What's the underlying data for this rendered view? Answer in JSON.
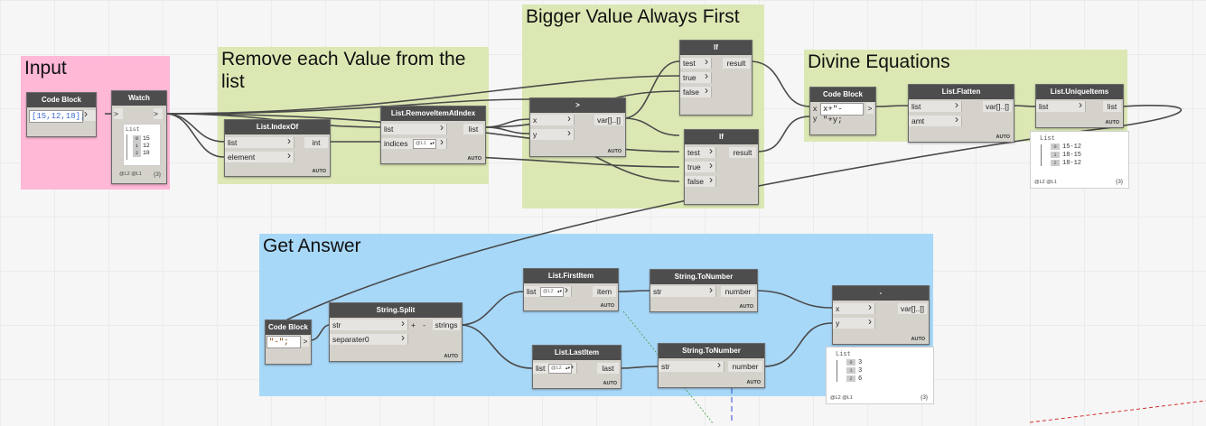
{
  "groups": {
    "input": {
      "title": "Input",
      "color": "#ffb8d6"
    },
    "remove": {
      "title": "Remove each Value from the\nlist",
      "color": "#dce8b4"
    },
    "bigger": {
      "title": "Bigger Value Always First",
      "color": "#dce8b4"
    },
    "divine": {
      "title": "Divine Equations",
      "color": "#dce8b4"
    },
    "answer": {
      "title": "Get Answer",
      "color": "#a8d8f8"
    }
  },
  "nodes": {
    "code_block_input": {
      "title": "Code Block",
      "code": "[15,12,18];",
      "out": ">"
    },
    "watch": {
      "title": "Watch",
      "in": ">",
      "out": ">",
      "list_label": "List",
      "items": [
        {
          "i": "0",
          "v": "15"
        },
        {
          "i": "1",
          "v": "12"
        },
        {
          "i": "2",
          "v": "18"
        }
      ],
      "levels": "@L2 @L1",
      "count": "{3}"
    },
    "indexof": {
      "title": "List.IndexOf",
      "in1": "list",
      "in2": "element",
      "out": "int",
      "lacing": "AUTO"
    },
    "remove_at": {
      "title": "List.RemoveItemAtIndex",
      "in1": "list",
      "in2": "indices",
      "level": "@L1",
      "out": "list",
      "lacing": "AUTO"
    },
    "greater": {
      "title": ">",
      "in1": "x",
      "in2": "y",
      "out": "var[]..[]",
      "lacing": "AUTO"
    },
    "if_top": {
      "title": "If",
      "in1": "test",
      "in2": "true",
      "in3": "false",
      "out": "result"
    },
    "if_bottom": {
      "title": "If",
      "in1": "test",
      "in2": "true",
      "in3": "false",
      "out": "result"
    },
    "code_block_divine": {
      "title": "Code Block",
      "x": "x",
      "y": "y",
      "code": "x+\"-\"+y;",
      "out": ">"
    },
    "flatten": {
      "title": "List.Flatten",
      "in1": "list",
      "in2": "amt",
      "out": "var[]..[]",
      "lacing": "AUTO"
    },
    "unique": {
      "title": "List.UniqueItems",
      "in1": "list",
      "out": "list",
      "lacing": "AUTO"
    },
    "unique_preview": {
      "list_label": "List",
      "items": [
        {
          "i": "0",
          "v": "15-12"
        },
        {
          "i": "1",
          "v": "18-15"
        },
        {
          "i": "2",
          "v": "18-12"
        }
      ],
      "levels": "@L2 @L1",
      "count": "{3}"
    },
    "code_block_sep": {
      "title": "Code Block",
      "code": "\"-\";",
      "out": ">"
    },
    "split": {
      "title": "String.Split",
      "in1": "str",
      "in2": "separater0",
      "plus": "+",
      "minus": "-",
      "out": "strings",
      "lacing": "AUTO"
    },
    "first": {
      "title": "List.FirstItem",
      "in1": "list",
      "level": "@L2",
      "out": "item",
      "lacing": "AUTO"
    },
    "last": {
      "title": "List.LastItem",
      "in1": "list",
      "level": "@L2",
      "out": "last",
      "lacing": "AUTO"
    },
    "tonum_top": {
      "title": "String.ToNumber",
      "in1": "str",
      "out": "number",
      "lacing": "AUTO"
    },
    "tonum_bottom": {
      "title": "String.ToNumber",
      "in1": "str",
      "out": "number",
      "lacing": "AUTO"
    },
    "minus": {
      "title": "-",
      "in1": "x",
      "in2": "y",
      "out": "var[]..[]",
      "lacing": "AUTO"
    },
    "minus_preview": {
      "list_label": "List",
      "items": [
        {
          "i": "0",
          "v": "3"
        },
        {
          "i": "1",
          "v": "3"
        },
        {
          "i": "2",
          "v": "6"
        }
      ],
      "levels": "@L2 @L1",
      "count": "{3}"
    }
  },
  "colors": {
    "node_header": "#4d4d4d",
    "node_body": "#d5d2cc",
    "wire": "#4a4a4a"
  }
}
